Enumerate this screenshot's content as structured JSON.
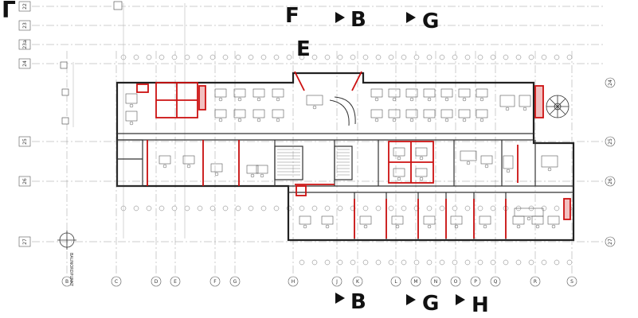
{
  "corner_mark": "Γ",
  "section_markers": [
    {
      "letter": "F",
      "arrow": false
    },
    {
      "letter": "E",
      "arrow": false
    },
    {
      "letter": "B",
      "arrow": true
    },
    {
      "letter": "G",
      "arrow": true
    },
    {
      "letter": "B",
      "arrow": true
    },
    {
      "letter": "G",
      "arrow": true
    },
    {
      "letter": "H",
      "arrow": true
    }
  ],
  "grid_rows_left": [
    "22",
    "23",
    "23a",
    "24",
    "25",
    "26",
    "27"
  ],
  "grid_rows_right": [
    "24",
    "25",
    "26",
    "27"
  ],
  "grid_cols_bottom": [
    "B",
    "C",
    "D",
    "E",
    "F",
    "G",
    "H",
    "J",
    "K",
    "L",
    "M",
    "N",
    "O",
    "P",
    "Q",
    "R",
    "S"
  ],
  "north_label": "BAUNORDPUNKT",
  "colors": {
    "wall": "#222222",
    "highlight": "#cc1111",
    "grid": "#9a9a9a",
    "furniture": "#555555"
  }
}
